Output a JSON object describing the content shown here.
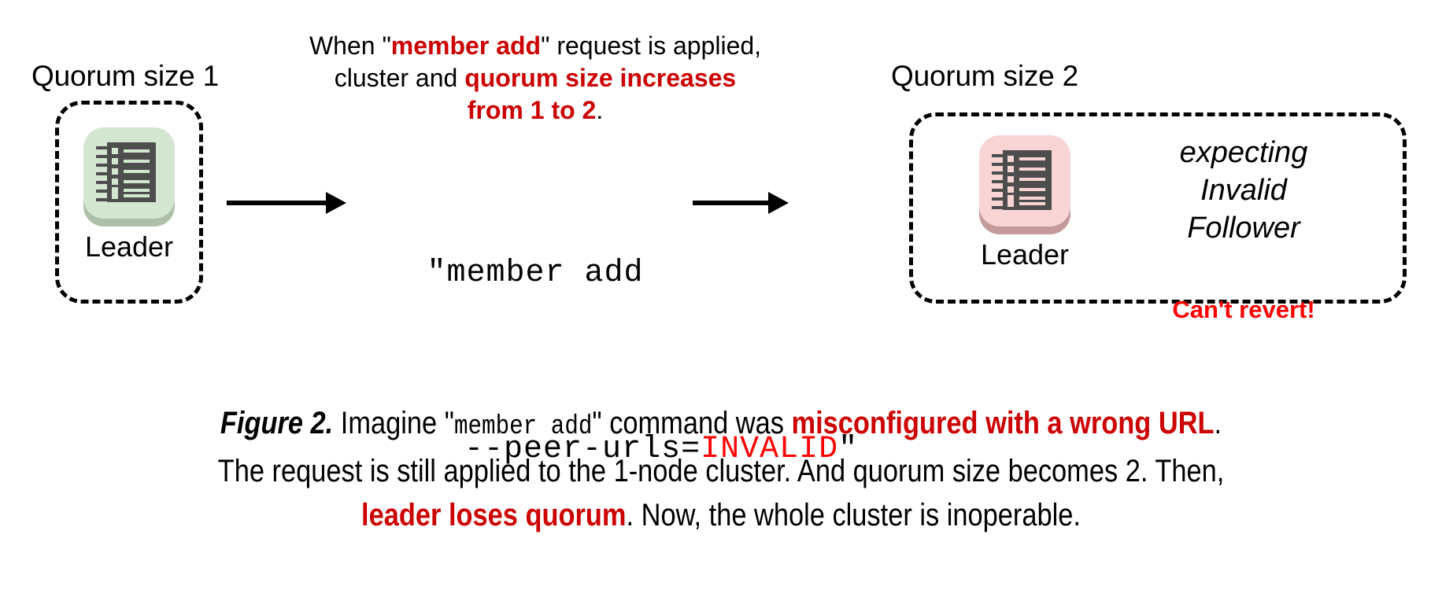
{
  "colors": {
    "dark_red": "#CC0000",
    "bright_red": "#FF0000",
    "black": "#000000",
    "icon_body": "#4D4D4D",
    "green_tile": "#D3E6D0",
    "green_shadow": "#AEBFA9",
    "green_detail": "#D3E6D0",
    "pink_tile": "#F8D4D4",
    "pink_shadow": "#C49A9A",
    "pink_detail": "#F8D4D4"
  },
  "left_cluster": {
    "label": "Quorum size 1",
    "node": {
      "icon": "notebook-icon",
      "caption": "Leader"
    }
  },
  "right_cluster": {
    "label": "Quorum size 2",
    "node": {
      "icon": "notebook-icon",
      "caption": "Leader"
    },
    "expecting_lines": [
      "expecting",
      "Invalid",
      "Follower"
    ],
    "warning": "Can't revert!"
  },
  "top_note": {
    "line1": {
      "pre": "When \"",
      "em": "member add",
      "post": "\" request is applied,"
    },
    "line2": {
      "pre": "cluster and ",
      "em": "quorum size increases"
    },
    "line3": {
      "em": "from 1 to 2",
      "post": "."
    }
  },
  "command": {
    "line1": "\"member add",
    "line2_pre": "--peer-urls=",
    "line2_em": "INVALID",
    "line2_post": "\""
  },
  "arrows": {
    "left_arrow": "arrow-right-icon",
    "right_arrow": "arrow-right-icon"
  },
  "caption": {
    "figno": "Figure 2.",
    "seg1": " Imagine \"",
    "mono1": "member add",
    "seg2": "\" command was ",
    "em1": "misconfigured with a wrong URL",
    "seg3": ".",
    "line2": "The request is still applied to the 1-node cluster. And quorum size becomes 2. Then,",
    "em2": "leader loses quorum",
    "seg4": ". Now, the whole cluster is inoperable."
  }
}
